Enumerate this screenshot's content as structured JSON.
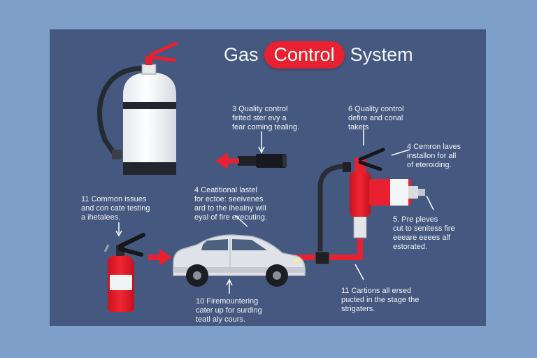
{
  "title": {
    "prefix": "Gas",
    "highlight": "Control",
    "suffix": "System"
  },
  "notes": {
    "n1": "3 Quality control\nfirited ster evy a\nfear coming tealing.",
    "n2": "6 Quality control\ndefire and conal\ntakets",
    "n3": "4 Cemron laves\ninstallon for all\nof eteroiding.",
    "n4": "11 Common issues\nand con cate testing\na ihetalees.",
    "n5": "4 Ceatitional lastel\nfor ectoe: seeivenes\nard to the ihealny will\neyal of fire executing.",
    "n6": "5. Pre pleves\ncut to senitess fire\neeeare eeees alf\nestorated.",
    "n7": "10 Firemountering\ncater up for surding\nteatl aly cours.",
    "n8": "11 Cartions all ersed\npucted in the stage the\nstrigaters."
  },
  "colors": {
    "page_background": "#7f9fcb",
    "panel": "#45587f",
    "accent_red": "#e8202f",
    "text": "#f1f3f7",
    "pipe": "#2a2d34",
    "car_body": "#dfe2e6"
  },
  "icons": [
    "gas-cylinder-icon",
    "fire-extinguisher-icon",
    "car-icon",
    "valve-regulator-icon",
    "arrow-icon"
  ]
}
